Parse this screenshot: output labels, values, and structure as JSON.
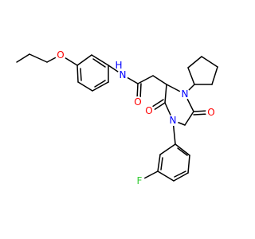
{
  "colors": {
    "bond": "#000000",
    "oxygen": "#ff0000",
    "nitrogen": "#0000ff",
    "fluorine": "#33cc33",
    "carbon": "#000000"
  },
  "labels": {
    "ether_oxygen": "O",
    "amide_nitrogen": "N",
    "amide_hydrogen": "H",
    "amide_oxygen": "O",
    "ring_nitrogen_top": "N",
    "ring_nitrogen_bottom": "N",
    "carbonyl_oxygen_right": "O",
    "carbonyl_oxygen_left": "O",
    "fluorine": "F"
  }
}
